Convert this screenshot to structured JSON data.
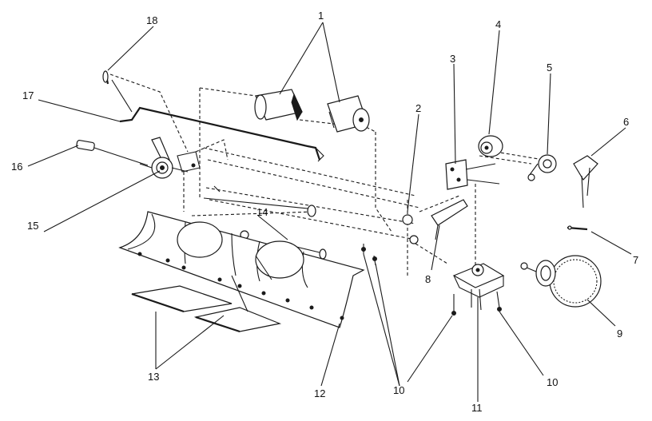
{
  "callouts": {
    "c1": "1",
    "c2": "2",
    "c3": "3",
    "c4": "4",
    "c5": "5",
    "c6": "6",
    "c7": "7",
    "c8": "8",
    "c9": "9",
    "c10a": "10",
    "c10b": "10",
    "c10c": "10",
    "c11": "11",
    "c12": "12",
    "c13": "13",
    "c14": "14",
    "c15": "15",
    "c16": "16",
    "c17": "17",
    "c18": "18"
  }
}
